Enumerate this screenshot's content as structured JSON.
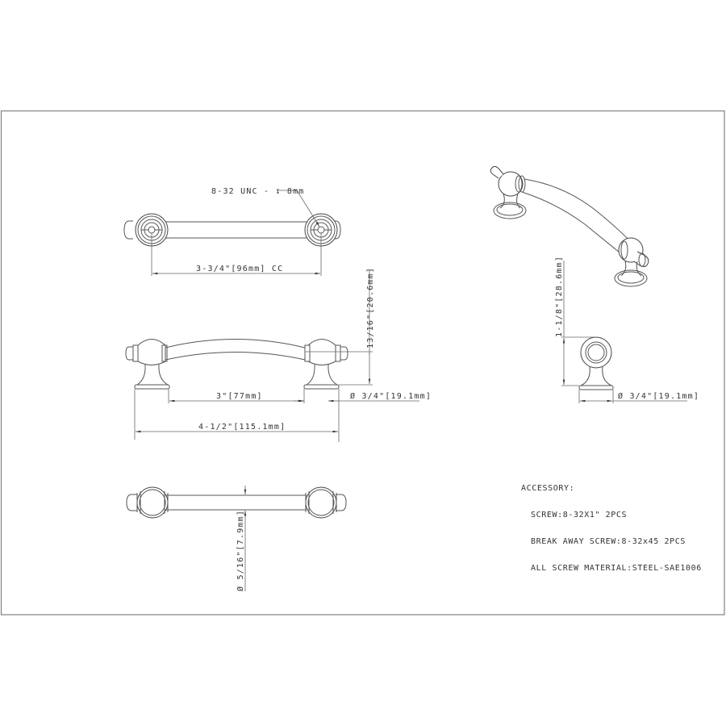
{
  "drawing": {
    "type": "cabinet pull technical drawing",
    "line_color": "#555555",
    "border_color": "#808080"
  },
  "top_view": {
    "thread_callout": "8-32 UNC - ↧ 8mm",
    "center_to_center": "3-3/4\"[96mm] CC"
  },
  "front_view": {
    "height": "13/16\"[20.6mm]",
    "inner_span": "3\"[77mm]",
    "base_diameter": "Ø 3/4\"[19.1mm]",
    "overall_length": "4-1/2\"[115.1mm]"
  },
  "bottom_view": {
    "bar_diameter": "Ø 5/16\"[7.9mm]"
  },
  "side_view": {
    "projection": "1-1/8\"[28.6mm]",
    "base_diameter": "Ø 3/4\"[19.1mm]"
  },
  "accessory": {
    "title": "ACCESSORY:",
    "lines": [
      "SCREW:8-32X1\" 2PCS",
      "BREAK AWAY SCREW:8-32x45 2PCS",
      "ALL SCREW MATERIAL:STEEL-SAE1006"
    ]
  }
}
